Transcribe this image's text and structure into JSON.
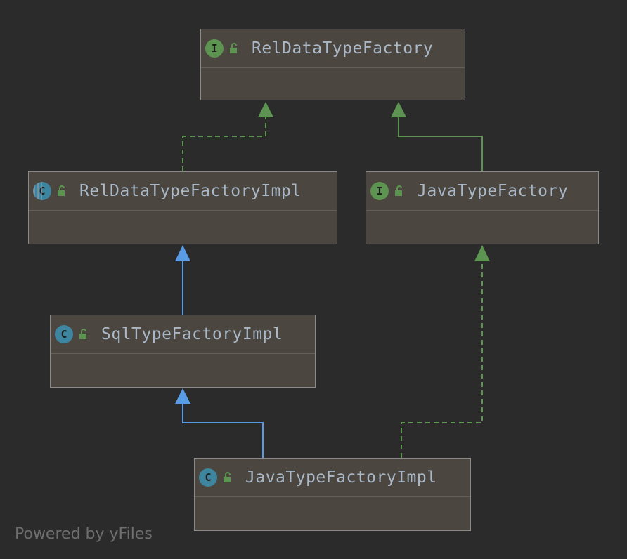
{
  "diagram": {
    "nodes": [
      {
        "id": "rel_data_type_factory",
        "kind": "interface",
        "badge": "I",
        "name": "RelDataTypeFactory"
      },
      {
        "id": "rel_data_type_factory_impl",
        "kind": "abstract-class",
        "badge": "C",
        "name": "RelDataTypeFactoryImpl"
      },
      {
        "id": "java_type_factory",
        "kind": "interface",
        "badge": "I",
        "name": "JavaTypeFactory"
      },
      {
        "id": "sql_type_factory_impl",
        "kind": "class",
        "badge": "C",
        "name": "SqlTypeFactoryImpl"
      },
      {
        "id": "java_type_factory_impl",
        "kind": "class",
        "badge": "C",
        "name": "JavaTypeFactoryImpl"
      }
    ],
    "edges": [
      {
        "from": "rel_data_type_factory_impl",
        "to": "rel_data_type_factory",
        "relation": "implements"
      },
      {
        "from": "java_type_factory",
        "to": "rel_data_type_factory",
        "relation": "extends-interface"
      },
      {
        "from": "sql_type_factory_impl",
        "to": "rel_data_type_factory_impl",
        "relation": "extends"
      },
      {
        "from": "java_type_factory_impl",
        "to": "sql_type_factory_impl",
        "relation": "extends"
      },
      {
        "from": "java_type_factory_impl",
        "to": "java_type_factory",
        "relation": "implements"
      }
    ]
  },
  "footer": {
    "text": "Powered by yFiles"
  },
  "colors": {
    "background": "#2b2b2b",
    "node_fill": "#4b4740",
    "interface_edge": "#5e9451",
    "class_edge": "#5a9be6",
    "interface_badge": "#5e9451",
    "class_badge": "#3e86a0"
  }
}
